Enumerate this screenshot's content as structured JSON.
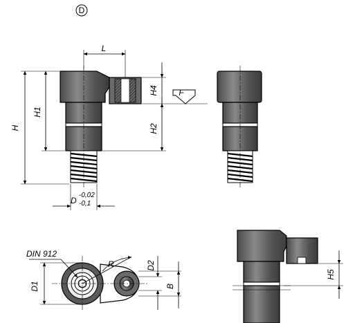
{
  "variant_marker": "D",
  "labels": {
    "L": "L",
    "H": "H",
    "H1": "H1",
    "H2": "H2",
    "H4": "H4",
    "H5": "H5",
    "F": "F",
    "D": "D",
    "D_tol_upper": "-0,02",
    "D_tol_lower": "-0,1",
    "DIN": "DIN 912",
    "R": "R",
    "D1": "D1",
    "D2": "D2",
    "B": "B"
  },
  "colors": {
    "body": "#5b5b5b",
    "line": "#000000",
    "background": "#ffffff"
  }
}
